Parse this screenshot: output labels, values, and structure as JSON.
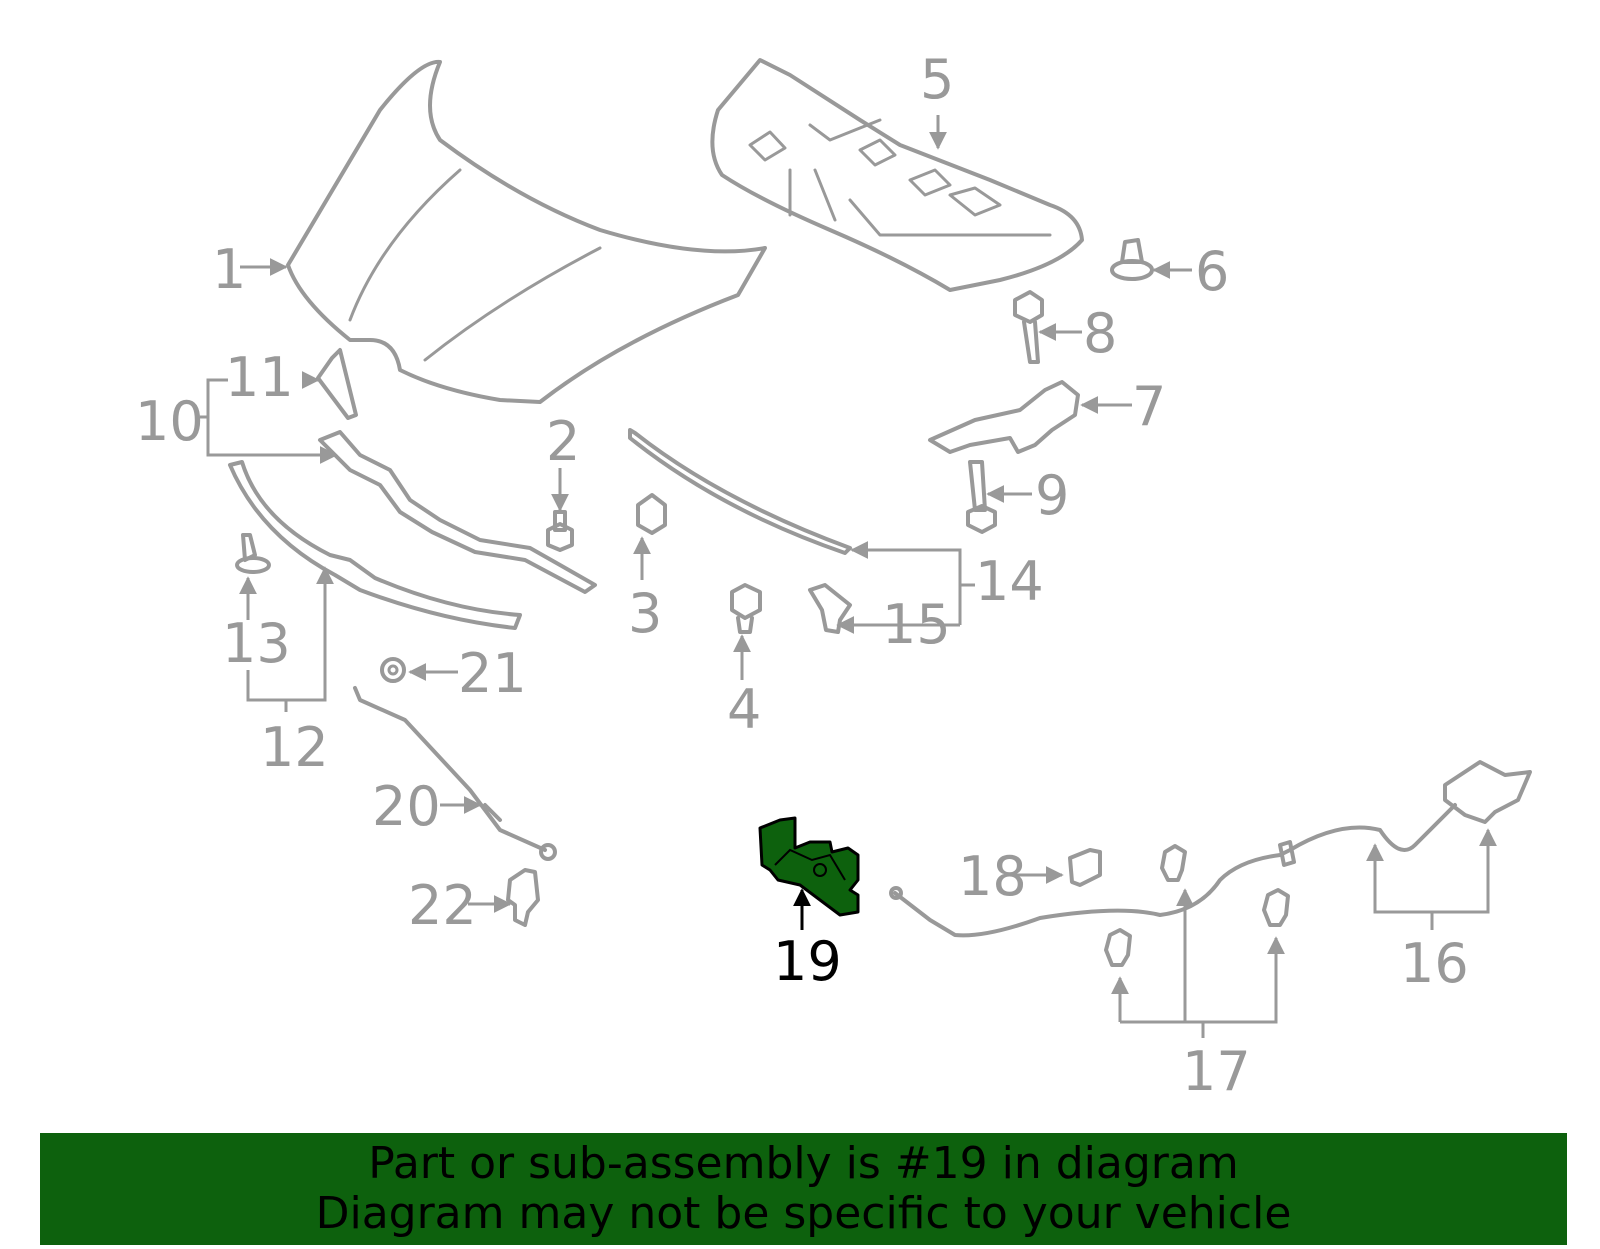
{
  "diagram": {
    "highlight_color": "#0d610d",
    "part_color": "#999999",
    "highlighted_part": "19",
    "callouts": [
      "1",
      "2",
      "3",
      "4",
      "5",
      "6",
      "7",
      "8",
      "9",
      "10",
      "11",
      "12",
      "13",
      "14",
      "15",
      "16",
      "17",
      "18",
      "19",
      "20",
      "21",
      "22"
    ]
  },
  "banner": {
    "line1": "Part or sub-assembly is #19 in diagram",
    "line2": "Diagram may not be specific to your vehicle",
    "background": "#0d610d"
  }
}
